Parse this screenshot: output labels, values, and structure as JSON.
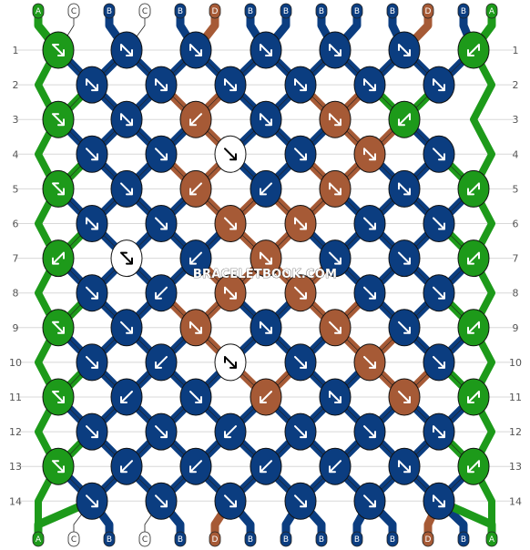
{
  "colors": {
    "A": "#1d9a1a",
    "B": "#0b3d80",
    "C": "#ffffff",
    "D": "#a65a36"
  },
  "strands": {
    "top": [
      "A",
      "C",
      "B",
      "C",
      "B",
      "D",
      "B",
      "B",
      "B",
      "B",
      "B",
      "D",
      "B",
      "A"
    ],
    "bottom": [
      "A",
      "C",
      "B",
      "C",
      "B",
      "D",
      "B",
      "B",
      "B",
      "B",
      "B",
      "D",
      "B",
      "A"
    ]
  },
  "rows": [
    "1",
    "2",
    "3",
    "4",
    "5",
    "6",
    "7",
    "8",
    "9",
    "10",
    "11",
    "12",
    "13",
    "14"
  ],
  "knots": [
    [
      {
        "c": "A",
        "d": "bl"
      },
      {
        "c": "B",
        "d": "fr"
      },
      {
        "c": "B",
        "d": "fr"
      },
      {
        "c": "B",
        "d": "fr"
      },
      {
        "c": "B",
        "d": "fr"
      },
      {
        "c": "B",
        "d": "fr"
      },
      {
        "c": "A",
        "d": "br"
      }
    ],
    [
      {
        "c": "B",
        "d": "fr"
      },
      {
        "c": "B",
        "d": "fr"
      },
      {
        "c": "B",
        "d": "fr"
      },
      {
        "c": "B",
        "d": "fr"
      },
      {
        "c": "B",
        "d": "fr"
      },
      {
        "c": "B",
        "d": "fr"
      }
    ],
    [
      {
        "c": "A",
        "d": "bl"
      },
      {
        "c": "B",
        "d": "fr"
      },
      {
        "c": "D",
        "d": "b"
      },
      {
        "c": "B",
        "d": "fr"
      },
      {
        "c": "D",
        "d": "fr"
      },
      {
        "c": "A",
        "d": "br"
      }
    ],
    [
      {
        "c": "B",
        "d": "f"
      },
      {
        "c": "B",
        "d": "f"
      },
      {
        "c": "C",
        "d": "f"
      },
      {
        "c": "B",
        "d": "f"
      },
      {
        "c": "D",
        "d": "fr"
      },
      {
        "c": "B",
        "d": "f"
      }
    ],
    [
      {
        "c": "A",
        "d": "bl"
      },
      {
        "c": "B",
        "d": "f"
      },
      {
        "c": "D",
        "d": "b"
      },
      {
        "c": "B",
        "d": "b"
      },
      {
        "c": "D",
        "d": "fr"
      },
      {
        "c": "B",
        "d": "fr"
      },
      {
        "c": "A",
        "d": "br"
      }
    ],
    [
      {
        "c": "B",
        "d": "fr"
      },
      {
        "c": "B",
        "d": "f"
      },
      {
        "c": "D",
        "d": "f"
      },
      {
        "c": "D",
        "d": "fr"
      },
      {
        "c": "B",
        "d": "f"
      },
      {
        "c": "B",
        "d": "f"
      }
    ],
    [
      {
        "c": "A",
        "d": "br"
      },
      {
        "c": "C",
        "d": "bl"
      },
      {
        "c": "B",
        "d": "b"
      },
      {
        "c": "D",
        "d": "fr"
      },
      {
        "c": "B",
        "d": "f"
      },
      {
        "c": "B",
        "d": "f"
      },
      {
        "c": "A",
        "d": "br"
      }
    ],
    [
      {
        "c": "B",
        "d": "f"
      },
      {
        "c": "B",
        "d": "b"
      },
      {
        "c": "D",
        "d": "fr"
      },
      {
        "c": "D",
        "d": "f"
      },
      {
        "c": "B",
        "d": "f"
      },
      {
        "c": "B",
        "d": "f"
      }
    ],
    [
      {
        "c": "A",
        "d": "bl"
      },
      {
        "c": "B",
        "d": "f"
      },
      {
        "c": "D",
        "d": "fr"
      },
      {
        "c": "B",
        "d": "fr"
      },
      {
        "c": "D",
        "d": "f"
      },
      {
        "c": "B",
        "d": "f"
      },
      {
        "c": "A",
        "d": "br"
      }
    ],
    [
      {
        "c": "B",
        "d": "f"
      },
      {
        "c": "B",
        "d": "b"
      },
      {
        "c": "C",
        "d": "fr"
      },
      {
        "c": "B",
        "d": "f"
      },
      {
        "c": "D",
        "d": "f"
      },
      {
        "c": "B",
        "d": "f"
      }
    ],
    [
      {
        "c": "A",
        "d": "bl"
      },
      {
        "c": "B",
        "d": "b"
      },
      {
        "c": "B",
        "d": "f"
      },
      {
        "c": "D",
        "d": "b"
      },
      {
        "c": "B",
        "d": "fr"
      },
      {
        "c": "D",
        "d": "f"
      },
      {
        "c": "A",
        "d": "br"
      }
    ],
    [
      {
        "c": "B",
        "d": "f"
      },
      {
        "c": "B",
        "d": "f"
      },
      {
        "c": "B",
        "d": "b"
      },
      {
        "c": "B",
        "d": "f"
      },
      {
        "c": "B",
        "d": "f"
      },
      {
        "c": "B",
        "d": "fr"
      }
    ],
    [
      {
        "c": "A",
        "d": "bl"
      },
      {
        "c": "B",
        "d": "b"
      },
      {
        "c": "B",
        "d": "b"
      },
      {
        "c": "B",
        "d": "b"
      },
      {
        "c": "B",
        "d": "b"
      },
      {
        "c": "B",
        "d": "fr"
      },
      {
        "c": "A",
        "d": "br"
      }
    ],
    [
      {
        "c": "B",
        "d": "f"
      },
      {
        "c": "B",
        "d": "f"
      },
      {
        "c": "B",
        "d": "f"
      },
      {
        "c": "B",
        "d": "f"
      },
      {
        "c": "B",
        "d": "f"
      },
      {
        "c": "B",
        "d": "fr"
      }
    ]
  ],
  "watermark": "BRACELETBOOK.COM"
}
